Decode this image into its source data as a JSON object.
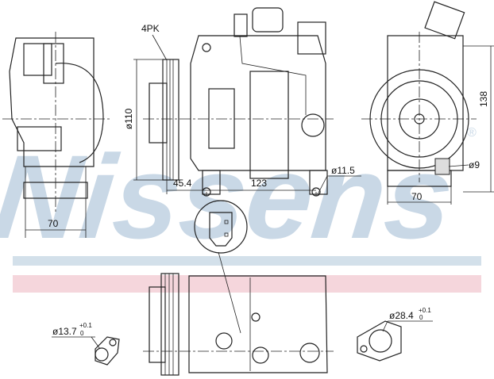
{
  "watermark": {
    "text": "Nissens",
    "registered": "®",
    "stripe_blue": "#d3e0ea",
    "stripe_pink": "#f5d6dc"
  },
  "side_view": {
    "width_label": "70"
  },
  "front_view": {
    "belt_label": "4PK",
    "pulley_diameter": "ø110",
    "offset_label": "45.4",
    "mount_span": "123",
    "hole_diameter": "ø11.5"
  },
  "rear_view": {
    "height_label": "138",
    "hole_diameter": "ø9",
    "width_label": "70"
  },
  "top_view": {
    "port_small": {
      "diameter": "ø13.7",
      "tol_plus": "+0.1",
      "tol_minus": "0"
    },
    "port_large": {
      "diameter": "ø28.4",
      "tol_plus": "+0.1",
      "tol_minus": "0"
    }
  }
}
